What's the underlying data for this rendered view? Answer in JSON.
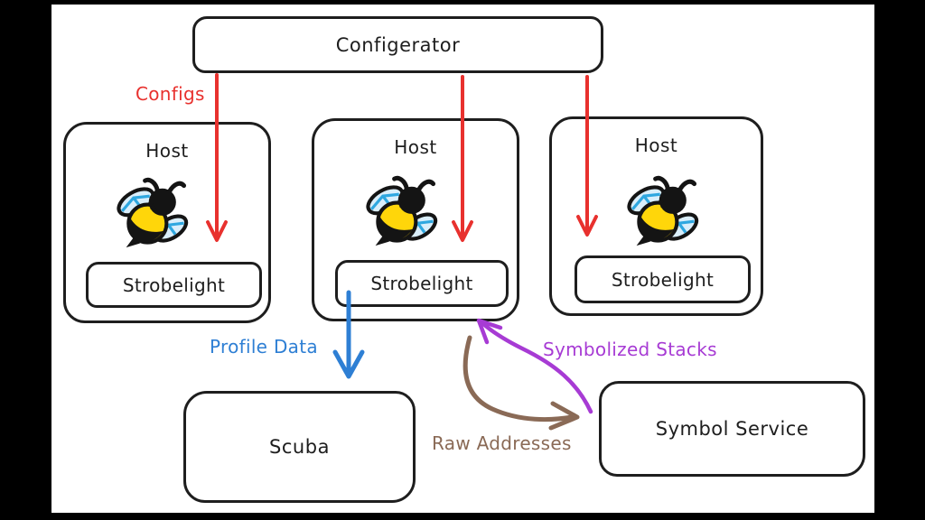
{
  "diagram": {
    "style": "hand-drawn architecture diagram on white canvas with black letterbox bars",
    "colors": {
      "letterbox": "#000000",
      "canvas": "#ffffff",
      "node_stroke": "#1e1e1e",
      "configs_red": "#e8312e",
      "profile_data_blue": "#2e7fd4",
      "raw_addresses_brown": "#8a6a56",
      "symbolized_stacks_purple": "#a73bd4",
      "bee_yellow": "#ffd60a",
      "bee_wing": "#d9eefb",
      "bee_wing_accent": "#2ea7e0"
    },
    "nodes": {
      "configerator": {
        "label": "Configerator"
      },
      "hosts": [
        {
          "label": "Host",
          "icon": "ebpf-bee-icon",
          "service": "Strobelight"
        },
        {
          "label": "Host",
          "icon": "ebpf-bee-icon",
          "service": "Strobelight"
        },
        {
          "label": "Host",
          "icon": "ebpf-bee-icon",
          "service": "Strobelight"
        }
      ],
      "scuba": {
        "label": "Scuba"
      },
      "symbol_service": {
        "label": "Symbol Service"
      }
    },
    "edges": [
      {
        "label": "Configs",
        "color": "#e8312e",
        "from": "Configerator",
        "to": "Host 1"
      },
      {
        "label": "Configs",
        "color": "#e8312e",
        "from": "Configerator",
        "to": "Host 2"
      },
      {
        "label": "Configs",
        "color": "#e8312e",
        "from": "Configerator",
        "to": "Host 3"
      },
      {
        "label": "Profile Data",
        "color": "#2e7fd4",
        "from": "Strobelight (Host 2)",
        "to": "Scuba"
      },
      {
        "label": "Raw Addresses",
        "color": "#8a6a56",
        "from": "Strobelight (Host 2)",
        "to": "Symbol Service"
      },
      {
        "label": "Symbolized Stacks",
        "color": "#a73bd4",
        "from": "Symbol Service",
        "to": "Strobelight (Host 2)"
      }
    ]
  }
}
